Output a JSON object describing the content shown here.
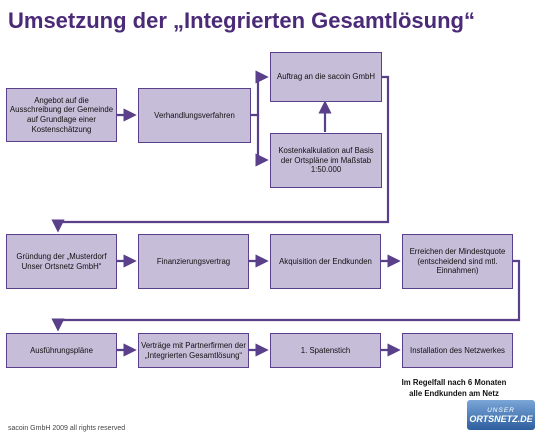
{
  "title": "Umsetzung der „Integrierten Gesamtlösung“",
  "boxes": {
    "angebot": "Angebot auf die Ausschreibung der Gemeinde auf Grundlage einer Kostenschätzung",
    "verhandlung": "Verhandlungsverfahren",
    "auftrag": "Auftrag an die sacoin GmbH",
    "kosten": "Kostenkalkulation auf Basis der Ortspläne im Maßstab 1:50.000",
    "gruendung": "Gründung der „Musterdorf Unser Ortsnetz GmbH“",
    "finanzierung": "Finanzierungsvertrag",
    "akquisition": "Akquisition der Endkunden",
    "mindestquote": "Erreichen der Mindestquote (entscheidend sind mtl. Einnahmen)",
    "ausfuehrung": "Ausführungspläne",
    "vertraege": "Verträge mit Partnerfirmen der „Integrierten Gesamtlösung“",
    "spatenstich": "1. Spatenstich",
    "installation": "Installation des Netzwerkes"
  },
  "note": "Im Regelfall nach 6 Monaten alle Endkunden am Netz",
  "footer": "sacoin GmbH 2009 all rights reserved",
  "logo": {
    "line1": "UNSER",
    "line2": "ORTSNETZ.DE"
  },
  "colors": {
    "title": "#4b2a78",
    "box_fill": "#c6bdd9",
    "box_border": "#5a3f8a",
    "connector": "#5a3f8a"
  }
}
